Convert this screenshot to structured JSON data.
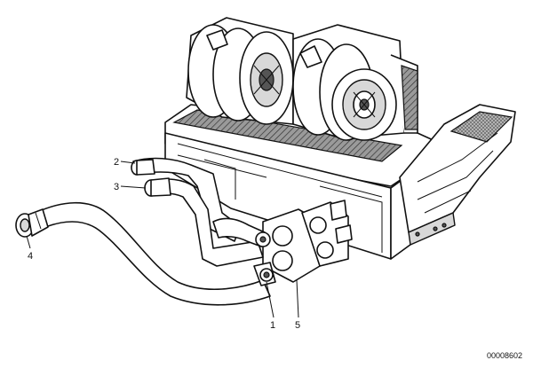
{
  "diagram": {
    "callouts": [
      {
        "label": "1"
      },
      {
        "label": "2"
      },
      {
        "label": "3"
      },
      {
        "label": "4"
      },
      {
        "label": "5"
      }
    ],
    "doc_number": "00008602"
  }
}
